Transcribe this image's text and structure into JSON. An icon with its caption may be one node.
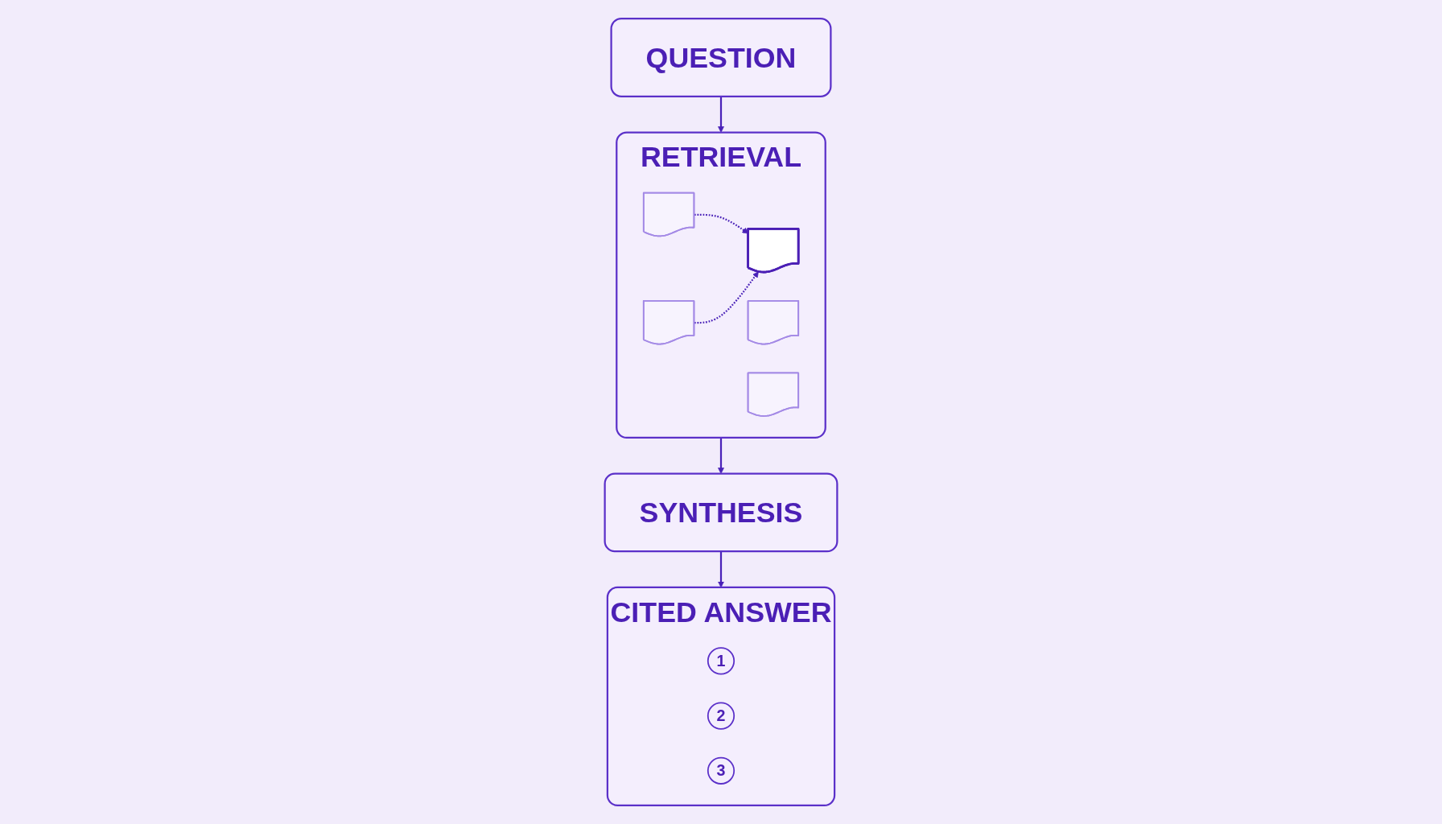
{
  "diagram": {
    "nodes": [
      {
        "text": [
          "QUESTION"
        ]
      },
      {
        "text": [
          "RETRIEVAL"
        ]
      },
      {
        "text": [],
        "shape": "document",
        "in": 1
      },
      {
        "text": [],
        "shape": "document",
        "in": 1
      },
      {
        "text": [],
        "shape": "document",
        "in": 1
      },
      {
        "text": [],
        "shape": "document",
        "in": 1
      },
      {
        "text": [],
        "shape": "document",
        "in": 1
      },
      {
        "text": [
          "SYNTHESIS"
        ]
      },
      {
        "text": [
          "CITED ANSWER"
        ]
      },
      {
        "text": [
          "1"
        ],
        "in": 8
      },
      {
        "text": [
          "2"
        ],
        "in": 8
      },
      {
        "text": [
          "3"
        ],
        "in": 8
      }
    ],
    "edges": [
      {
        "from": 0,
        "to": 1,
        "arrow": "to"
      },
      {
        "from": 1,
        "to": 7,
        "arrow": "to"
      },
      {
        "from": 7,
        "to": 8,
        "arrow": "to"
      },
      {
        "from": 2,
        "to": 4,
        "arrow": "to",
        "style": "dashed"
      },
      {
        "from": 6,
        "to": 4,
        "arrow": "to",
        "style": "dashed"
      }
    ]
  }
}
